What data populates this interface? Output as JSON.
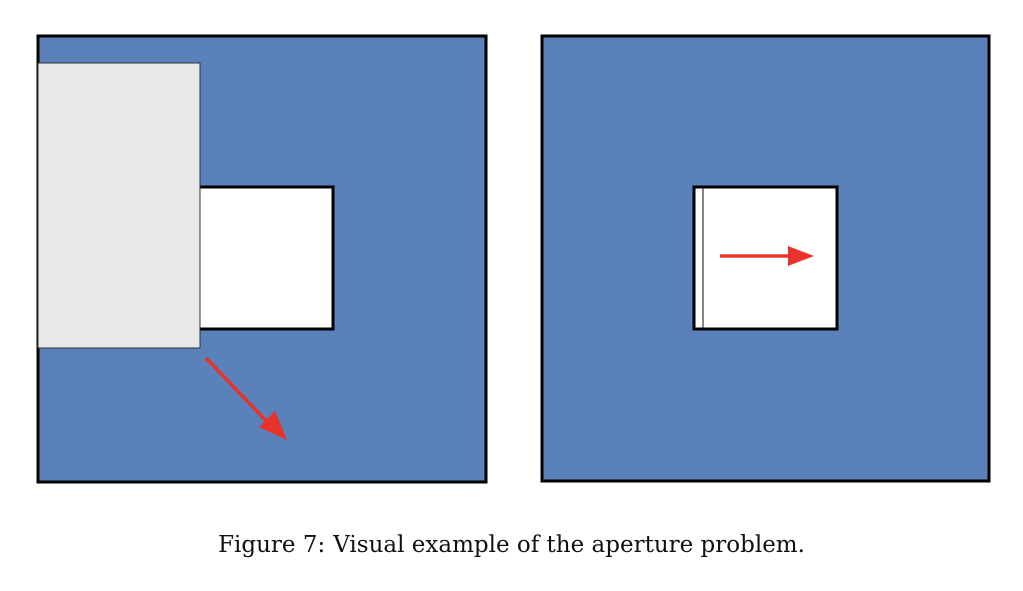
{
  "colors": {
    "field": "#5a81b9",
    "aperture_fill": "#ffffff",
    "occluder": "#e8e8e8",
    "border": "#000000",
    "arrow": "#e8332a"
  },
  "panels": [
    {
      "name": "left-panel",
      "occluder": true,
      "arrow_direction": "down-right"
    },
    {
      "name": "right-panel",
      "occluder": false,
      "arrow_direction": "right"
    }
  ],
  "caption": {
    "label": "Figure 7:",
    "text": "Visual example of the aperture problem."
  }
}
